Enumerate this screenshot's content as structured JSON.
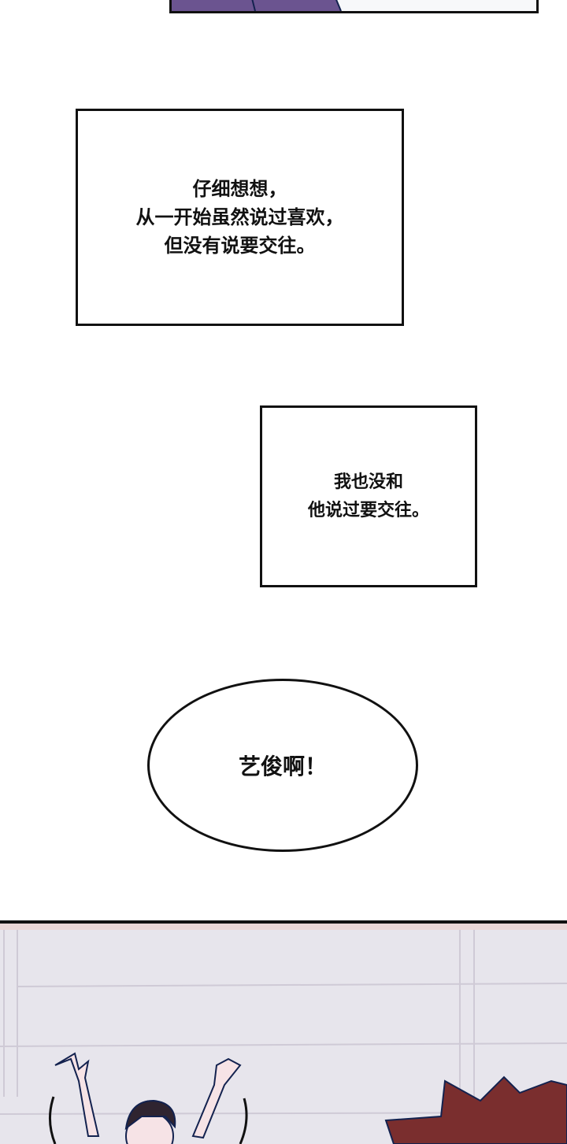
{
  "caption_1": {
    "lines": [
      "仔细想想，",
      "从一开始虽然说过喜欢，",
      "但没有说要交往。"
    ]
  },
  "caption_2": {
    "lines": [
      "我也没和",
      "他说过要交往。"
    ]
  },
  "speech_bubble": {
    "text": "艺俊啊！"
  },
  "colors": {
    "purple": "#6b5490",
    "hair_red": "#7a2e2e",
    "wall": "#e7e5ec",
    "outline": "#13224f"
  }
}
